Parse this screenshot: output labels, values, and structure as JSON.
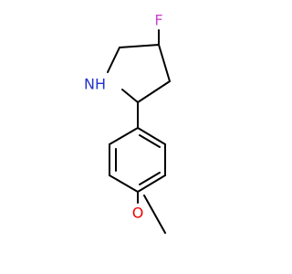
{
  "molecule": {
    "atoms": {
      "fluorine": {
        "symbol": "F",
        "color": "#cc44cc"
      },
      "ring_nitrogen": {
        "symbol": "NH",
        "color": "#2233cc"
      },
      "ether_oxygen": {
        "symbol": "O",
        "color": "#ee0000"
      }
    },
    "bond_color": "#000000",
    "background": "#ffffff"
  }
}
